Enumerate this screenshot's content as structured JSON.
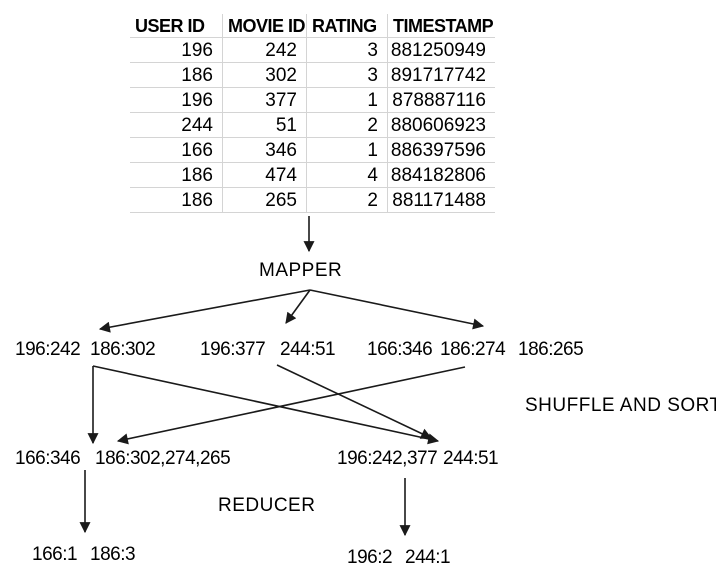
{
  "table": {
    "headers": [
      "USER ID",
      "MOVIE ID",
      "RATING",
      "TIMESTAMP"
    ],
    "rows": [
      [
        "196",
        "242",
        "3",
        "881250949"
      ],
      [
        "186",
        "302",
        "3",
        "891717742"
      ],
      [
        "196",
        "377",
        "1",
        "878887116"
      ],
      [
        "244",
        "51",
        "2",
        "880606923"
      ],
      [
        "166",
        "346",
        "1",
        "886397596"
      ],
      [
        "186",
        "474",
        "4",
        "884182806"
      ],
      [
        "186",
        "265",
        "2",
        "881171488"
      ]
    ]
  },
  "stages": {
    "mapper_label": "MAPPER",
    "shuffle_label": "SHUFFLE AND SORT",
    "reducer_label": "REDUCER"
  },
  "mapper_output": {
    "group1": [
      "196:242",
      "186:302"
    ],
    "group2": [
      "196:377",
      "244:51"
    ],
    "group3": [
      "166:346",
      "186:274",
      "186:265"
    ]
  },
  "shuffle_output": {
    "left": [
      "166:346",
      "186:302,274,265"
    ],
    "right": [
      "196:242,377",
      "244:51"
    ]
  },
  "reducer_output": {
    "left": [
      "166:1",
      "186:3"
    ],
    "right": [
      "196:2",
      "244:1"
    ]
  },
  "colors": {
    "background": "#ffffff",
    "text": "#000000",
    "arrow": "#1a1a1a",
    "table_gridline": "#d4d4d4"
  }
}
